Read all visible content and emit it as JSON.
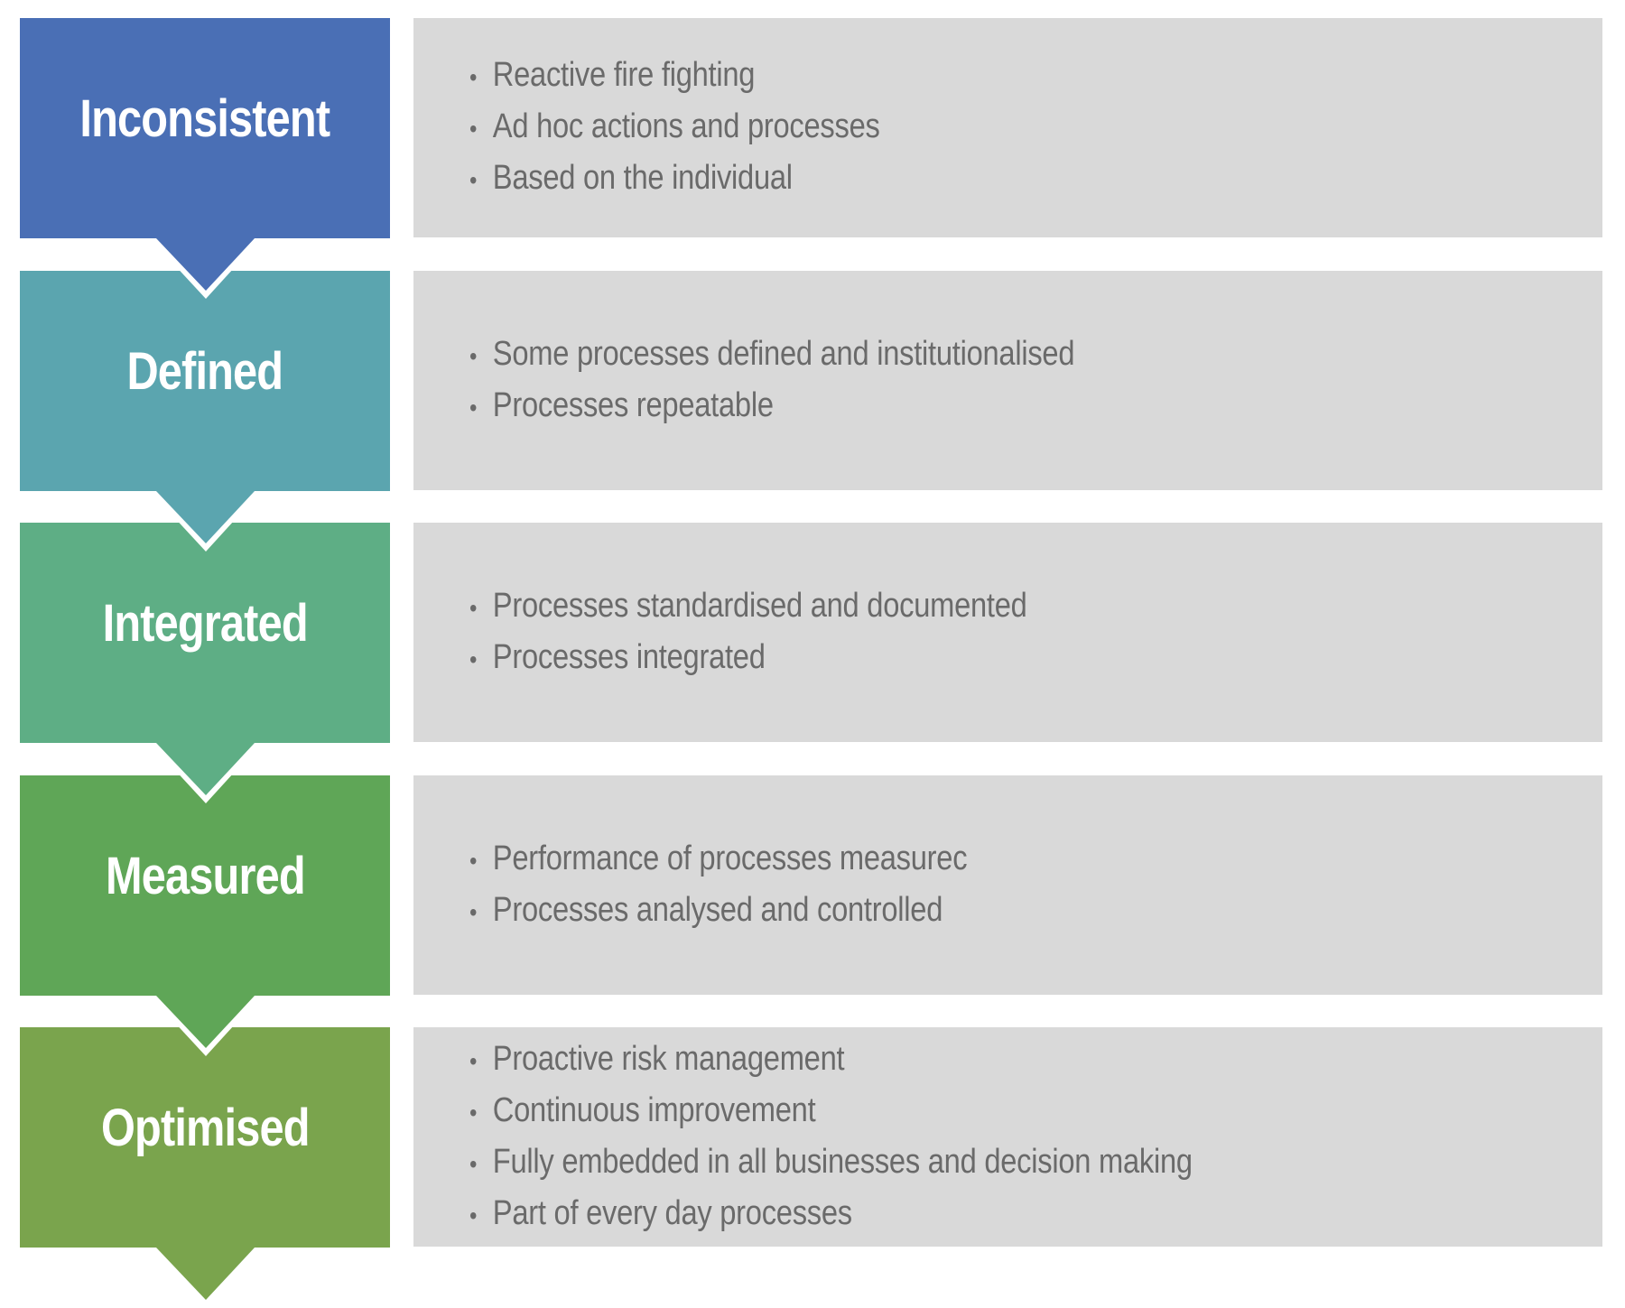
{
  "ui": {
    "bullet_char": "•",
    "background": "#ffffff",
    "panel_bg": "#d9d9d9",
    "bullet_text_color": "#6a6a6a",
    "label_text_color": "#ffffff"
  },
  "rows": [
    {
      "title": "Inconsistent",
      "color": "#4a6fb5",
      "bullets": [
        "Reactive fire fighting",
        "Ad hoc actions and processes",
        "Based on the individual"
      ]
    },
    {
      "title": "Defined",
      "color": "#5ba5af",
      "bullets": [
        "Some processes defined and institutionalised",
        "Processes repeatable"
      ]
    },
    {
      "title": "Integrated",
      "color": "#5eae85",
      "bullets": [
        "Processes standardised and documented",
        "Processes integrated"
      ]
    },
    {
      "title": "Measured",
      "color": "#5fa657",
      "bullets": [
        "Performance of processes measurec",
        "Processes analysed and controlled"
      ]
    },
    {
      "title": "Optimised",
      "color": "#7aa44d",
      "bullets": [
        "Proactive risk management",
        "Continuous improvement",
        "Fully embedded in all businesses and decision making",
        "Part of every day processes"
      ]
    }
  ]
}
